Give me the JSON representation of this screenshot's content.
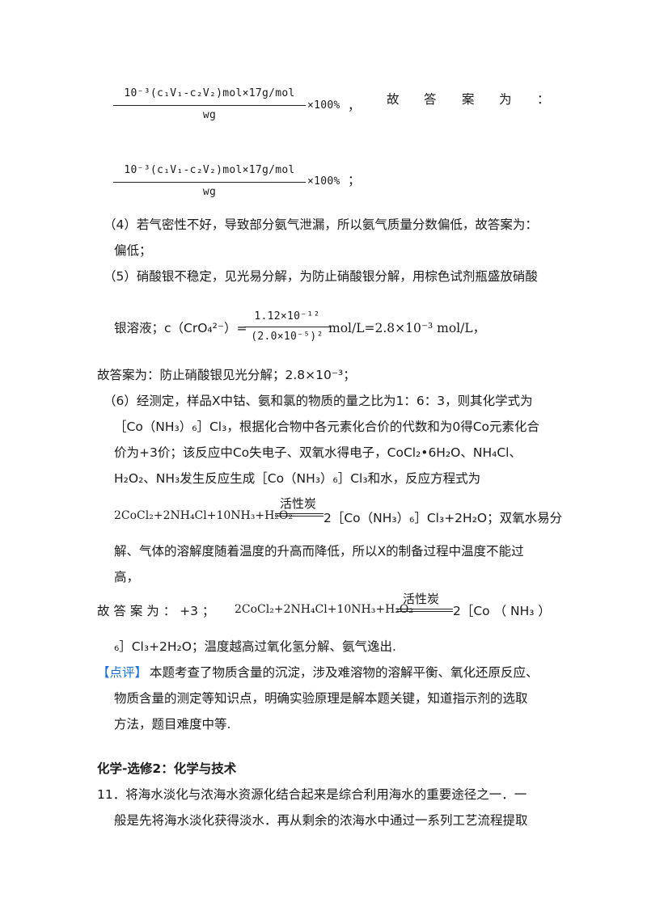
{
  "frac1": {
    "numerator": "10⁻³(c₁V₁-c₂V₂)mol×17g/mol",
    "denominator": "wg",
    "suffix": "×100%",
    "comma": "，",
    "label_chars": [
      "故",
      "答",
      "案",
      "为",
      "："
    ]
  },
  "frac2": {
    "numerator": "10⁻³(c₁V₁-c₂V₂)mol×17g/mol",
    "denominator": "wg",
    "suffix": "×100%",
    "semicolon": "；"
  },
  "p4": {
    "line1": "（4）若气密性不好，导致部分氨气泄漏，所以氨气质量分数偏低，故答案为：",
    "line2": "偏低；"
  },
  "p5": {
    "line1": "（5）硝酸银不稳定，见光易分解，为防止硝酸银分解，用棕色试剂瓶盛放硝酸",
    "line2_prefix": "银溶液；c（CrO₄²⁻）=",
    "ksp_num": "1.12×10⁻¹²",
    "ksp_den": "(2.0×10⁻⁵)²",
    "line2_suffix": "mol/L=2.8×10⁻³ mol/L，",
    "line3": "故答案为：防止硝酸银见光分解；2.8×10⁻³；"
  },
  "p6": {
    "line1": "（6）经测定，样品X中钴、氨和氯的物质的量之比为1：6：3，则其化学式为",
    "line2": "［Co（NH₃）₆］Cl₃，根据化合物中各元素化合价的代数和为0得Co元素化合",
    "line3": "价为+3价；该反应中Co失电子、双氧水得电子，CoCl₂•6H₂O、NH₄Cl、",
    "line4": "H₂O₂、NH₃发生反应生成［Co（NH₃）₆］Cl₃和水，反应方程式为",
    "eq_left": "2CoCl₂+2NH₄Cl+10NH₃+H₂O₂",
    "catalyst": "活性炭",
    "eq_right": "2［Co（NH₃）₆］Cl₃+2H₂O；双氧水易分",
    "line6": "解、气体的溶解度随着温度的升高而降低，所以X的制备过程中温度不能过",
    "line7": "高，",
    "ans_label": "故 答 案 为 ：  +3 ；",
    "ans_eq_left": "2CoCl₂+2NH₄Cl+10NH₃+H₂O₂",
    "ans_catalyst": "活性炭",
    "ans_eq_right": "2［Co  （ NH₃ ）",
    "ans_line2": "₆］Cl₃+2H₂O；温度越高过氧化氢分解、氨气逸出."
  },
  "comment": {
    "tag": "【点评】",
    "line1": "本题考查了物质含量的沉淀，涉及难溶物的溶解平衡、氧化还原反应、",
    "line2": "物质含量的测定等知识点，明确实验原理是解本题关键，知道指示剂的选取",
    "line3": "方法，题目难度中等."
  },
  "section_title": "化学-选修2：化学与技术",
  "q11": {
    "line1": "11．将海水淡化与浓海水资源化结合起来是综合利用海水的重要途径之一．一",
    "line2": "般是先将海水淡化获得淡水．再从剩余的浓海水中通过一系列工艺流程提取"
  },
  "colors": {
    "accent": "#1d6fd6",
    "text": "#1a1a1a"
  }
}
